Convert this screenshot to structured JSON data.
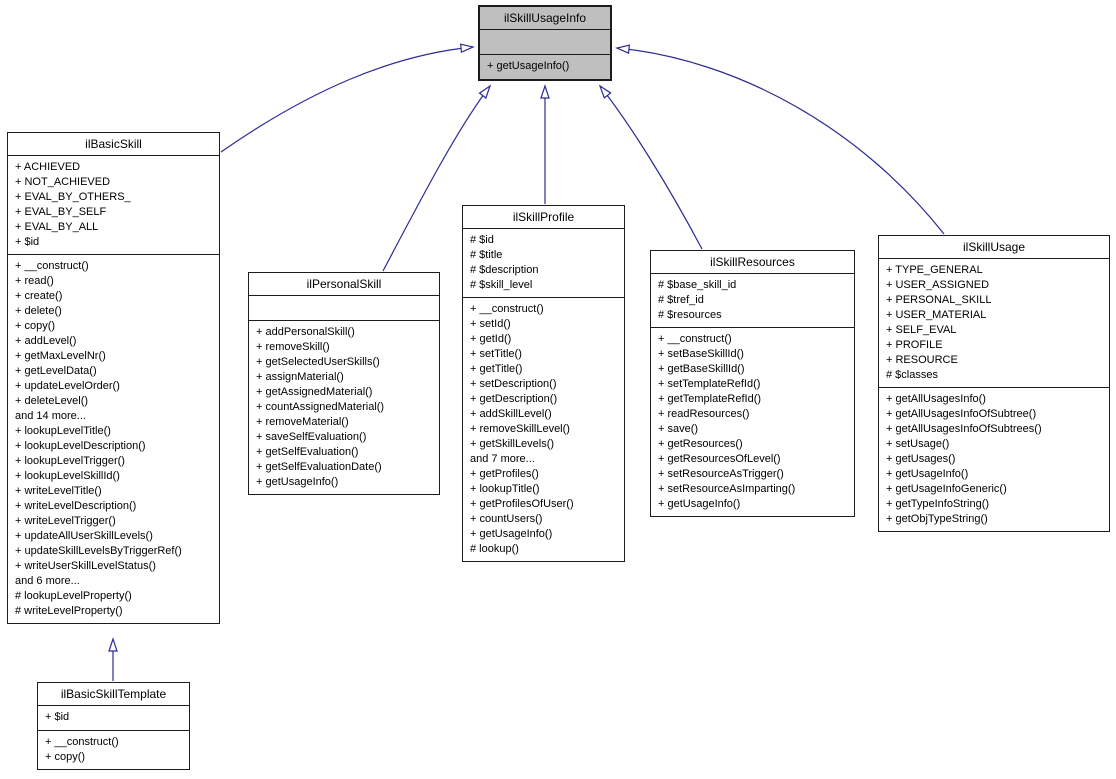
{
  "diagram": {
    "type": "uml-class-inheritance",
    "colors": {
      "edge": "#2a2a96",
      "highlight_fill": "#bfbfbf",
      "box_fill": "#ffffff",
      "border": "#1c1c1c"
    },
    "edges": [
      {
        "from": "ilBasicSkill",
        "to": "ilSkillUsageInfo",
        "relation": "inheritance"
      },
      {
        "from": "ilPersonalSkill",
        "to": "ilSkillUsageInfo",
        "relation": "inheritance"
      },
      {
        "from": "ilSkillProfile",
        "to": "ilSkillUsageInfo",
        "relation": "inheritance"
      },
      {
        "from": "ilSkillResources",
        "to": "ilSkillUsageInfo",
        "relation": "inheritance"
      },
      {
        "from": "ilSkillUsage",
        "to": "ilSkillUsageInfo",
        "relation": "inheritance"
      },
      {
        "from": "ilBasicSkillTemplate",
        "to": "ilBasicSkill",
        "relation": "inheritance"
      }
    ]
  },
  "classes": [
    {
      "name": "ilSkillUsageInfo",
      "attributes": [],
      "methods": [
        "+ getUsageInfo()"
      ]
    },
    {
      "name": "ilBasicSkill",
      "attributes": [
        "+ ACHIEVED",
        "+ NOT_ACHIEVED",
        "+ EVAL_BY_OTHERS_",
        "+ EVAL_BY_SELF",
        "+ EVAL_BY_ALL",
        "+ $id"
      ],
      "methods": [
        "+ __construct()",
        "+ read()",
        "+ create()",
        "+ delete()",
        "+ copy()",
        "+ addLevel()",
        "+ getMaxLevelNr()",
        "+ getLevelData()",
        "+ updateLevelOrder()",
        "+ deleteLevel()",
        "and 14 more...",
        "+ lookupLevelTitle()",
        "+ lookupLevelDescription()",
        "+ lookupLevelTrigger()",
        "+ lookupLevelSkillId()",
        "+ writeLevelTitle()",
        "+ writeLevelDescription()",
        "+ writeLevelTrigger()",
        "+ updateAllUserSkillLevels()",
        "+ updateSkillLevelsByTriggerRef()",
        "+ writeUserSkillLevelStatus()",
        "and 6 more...",
        "# lookupLevelProperty()",
        "# writeLevelProperty()"
      ]
    },
    {
      "name": "ilPersonalSkill",
      "attributes": [],
      "methods": [
        "+ addPersonalSkill()",
        "+ removeSkill()",
        "+ getSelectedUserSkills()",
        "+ assignMaterial()",
        "+ getAssignedMaterial()",
        "+ countAssignedMaterial()",
        "+ removeMaterial()",
        "+ saveSelfEvaluation()",
        "+ getSelfEvaluation()",
        "+ getSelfEvaluationDate()",
        "+ getUsageInfo()"
      ]
    },
    {
      "name": "ilSkillProfile",
      "attributes": [
        "# $id",
        "# $title",
        "# $description",
        "# $skill_level"
      ],
      "methods": [
        "+ __construct()",
        "+ setId()",
        "+ getId()",
        "+ setTitle()",
        "+ getTitle()",
        "+ setDescription()",
        "+ getDescription()",
        "+ addSkillLevel()",
        "+ removeSkillLevel()",
        "+ getSkillLevels()",
        "and 7 more...",
        "+ getProfiles()",
        "+ lookupTitle()",
        "+ getProfilesOfUser()",
        "+ countUsers()",
        "+ getUsageInfo()",
        "# lookup()"
      ]
    },
    {
      "name": "ilSkillResources",
      "attributes": [
        "# $base_skill_id",
        "# $tref_id",
        "# $resources"
      ],
      "methods": [
        "+ __construct()",
        "+ setBaseSkillId()",
        "+ getBaseSkillId()",
        "+ setTemplateRefId()",
        "+ getTemplateRefId()",
        "+ readResources()",
        "+ save()",
        "+ getResources()",
        "+ getResourcesOfLevel()",
        "+ setResourceAsTrigger()",
        "+ setResourceAsImparting()",
        "+ getUsageInfo()"
      ]
    },
    {
      "name": "ilSkillUsage",
      "attributes": [
        "+ TYPE_GENERAL",
        "+ USER_ASSIGNED",
        "+ PERSONAL_SKILL",
        "+ USER_MATERIAL",
        "+ SELF_EVAL",
        "+ PROFILE",
        "+ RESOURCE",
        "# $classes"
      ],
      "methods": [
        "+ getAllUsagesInfo()",
        "+ getAllUsagesInfoOfSubtree()",
        "+ getAllUsagesInfoOfSubtrees()",
        "+ setUsage()",
        "+ getUsages()",
        "+ getUsageInfo()",
        "+ getUsageInfoGeneric()",
        "+ getTypeInfoString()",
        "+ getObjTypeString()"
      ]
    },
    {
      "name": "ilBasicSkillTemplate",
      "attributes": [
        "+ $id"
      ],
      "methods": [
        "+ __construct()",
        "+ copy()"
      ]
    }
  ]
}
